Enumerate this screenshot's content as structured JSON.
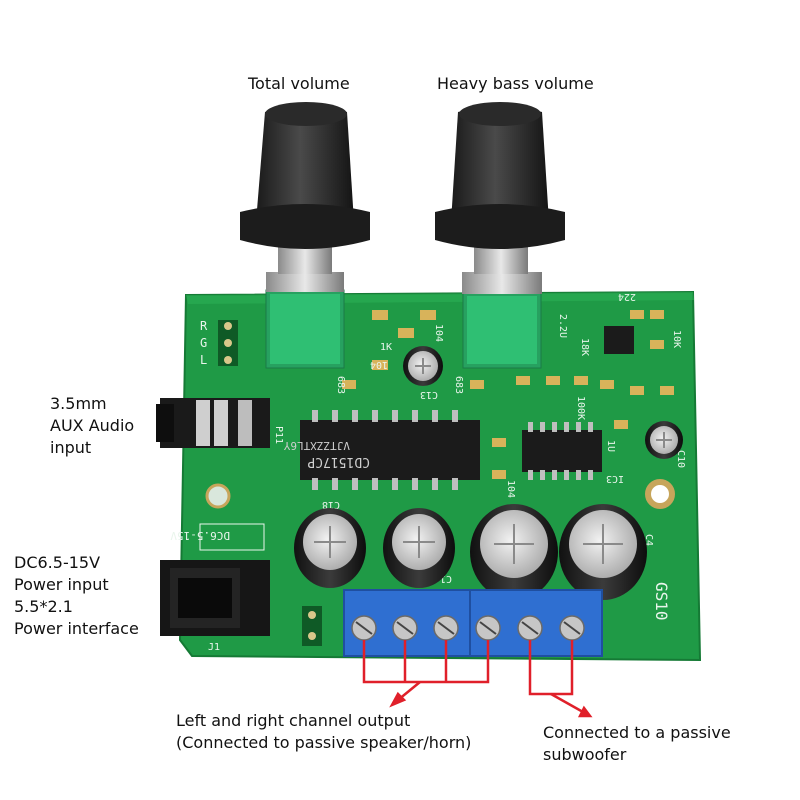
{
  "labels": {
    "total_volume": "Total volume",
    "bass_volume": "Heavy bass volume",
    "aux_input": "3.5mm\nAUX Audio\ninput",
    "power_input": "DC6.5-15V\nPower input\n5.5*2.1\nPower interface",
    "channel_output": "Left and right channel output\n(Connected to passive speaker/horn)",
    "subwoofer": "Connected to a passive\nsubwoofer"
  },
  "silkscreen": {
    "board_model": "GS10",
    "dc_marking": "DC6.5-15V",
    "chip_main": "CD1517CP",
    "chip_code": "VJTZZXTL6Y",
    "jack_ref": "P11",
    "dc_ref": "J1",
    "cap_c18": "C18",
    "cap_c13": "C13",
    "cap_c1": "C1",
    "cap_c4": "C4",
    "cap_c10": "C10",
    "ic_ref": "IC3",
    "r_104a": "104",
    "r_104b": "104",
    "r_104c": "104",
    "r_683a": "683",
    "r_683b": "683",
    "r_1k": "1K",
    "r_10k": "10K",
    "r_18k": "18K",
    "r_100k": "100K",
    "r_22v": "2.2U",
    "r_1u": "1U",
    "r_224": "224",
    "pin_r": "R",
    "pin_g": "G",
    "pin_l": "L"
  },
  "colors": {
    "pcb": "#1f9a46",
    "pcb_dark": "#157a35",
    "terminal": "#2f6fd1",
    "arrow": "#e0202a"
  }
}
